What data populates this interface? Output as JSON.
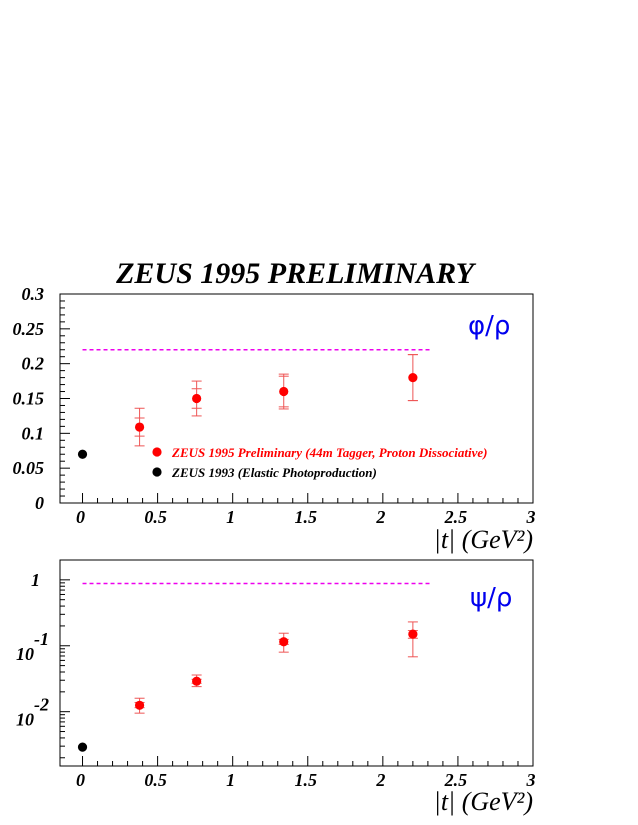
{
  "title": "ZEUS 1995 PRELIMINARY",
  "colors": {
    "prelim": "#ff0000",
    "zeus93": "#000000",
    "ref_line": "#ee00ee",
    "ratio_label": "#0000ee",
    "error_bar": "#ee5555"
  },
  "chart_data": [
    {
      "type": "scatter",
      "ratio_label": "φ/ρ",
      "xlabel": "|t| (GeV²)",
      "xlim": [
        -0.15,
        3.0
      ],
      "ylim": [
        0,
        0.3
      ],
      "y_scale": "linear",
      "x_ticks": [
        "0",
        "0.5",
        "1",
        "1.5",
        "2",
        "2.5",
        "3"
      ],
      "y_ticks": [
        "0",
        "0.05",
        "0.1",
        "0.15",
        "0.2",
        "0.25",
        "0.3"
      ],
      "reference_line": {
        "y": 0.22,
        "x_range": [
          0,
          2.33
        ],
        "style": "dashed"
      },
      "legend": {
        "placement": "lower-right",
        "entries": [
          "ZEUS 1995 Preliminary (44m Tagger, Proton Dissociative)",
          "ZEUS 1993 (Elastic Photoproduction)"
        ]
      },
      "series": [
        {
          "name": "ZEUS 1995 Preliminary (44m Tagger, Proton Dissociative)",
          "x": [
            0.38,
            0.76,
            1.34,
            2.2
          ],
          "y": [
            0.109,
            0.15,
            0.16,
            0.18
          ],
          "stat_err": [
            0.013,
            0.014,
            0.022,
            0.033
          ],
          "tot_err": [
            0.027,
            0.025,
            0.025,
            0.033
          ]
        },
        {
          "name": "ZEUS 1993 (Elastic Photoproduction)",
          "x": [
            0.0
          ],
          "y": [
            0.07
          ],
          "stat_err": [
            0
          ],
          "tot_err": [
            0
          ]
        }
      ]
    },
    {
      "type": "scatter",
      "ratio_label": "ψ/ρ",
      "xlabel": "|t| (GeV²)",
      "xlim": [
        -0.15,
        3.0
      ],
      "ylim": [
        0.0015,
        2.0
      ],
      "y_scale": "log",
      "x_ticks": [
        "0",
        "0.5",
        "1",
        "1.5",
        "2",
        "2.5",
        "3"
      ],
      "y_ticks": [
        {
          "base": "1",
          "exp": "",
          "value": 1
        },
        {
          "base": "10",
          "exp": "-1",
          "value": 0.1
        },
        {
          "base": "10",
          "exp": "-2",
          "value": 0.01
        }
      ],
      "reference_line": {
        "y": 0.88,
        "x_range": [
          0,
          2.33
        ],
        "style": "dashed"
      },
      "series": [
        {
          "name": "ZEUS 1995 Preliminary (44m Tagger, Proton Dissociative)",
          "x": [
            0.38,
            0.76,
            1.34,
            2.2
          ],
          "y": [
            0.0125,
            0.029,
            0.115,
            0.15
          ],
          "lo": [
            0.0095,
            0.024,
            0.08,
            0.068
          ],
          "hi": [
            0.016,
            0.036,
            0.155,
            0.23
          ],
          "lo_stat": [
            0.0115,
            0.027,
            0.105,
            0.13
          ],
          "hi_stat": [
            0.0138,
            0.031,
            0.125,
            0.17
          ]
        },
        {
          "name": "ZEUS 1993 (Elastic Photoproduction)",
          "x": [
            0.0
          ],
          "y": [
            0.0029
          ]
        }
      ]
    }
  ]
}
